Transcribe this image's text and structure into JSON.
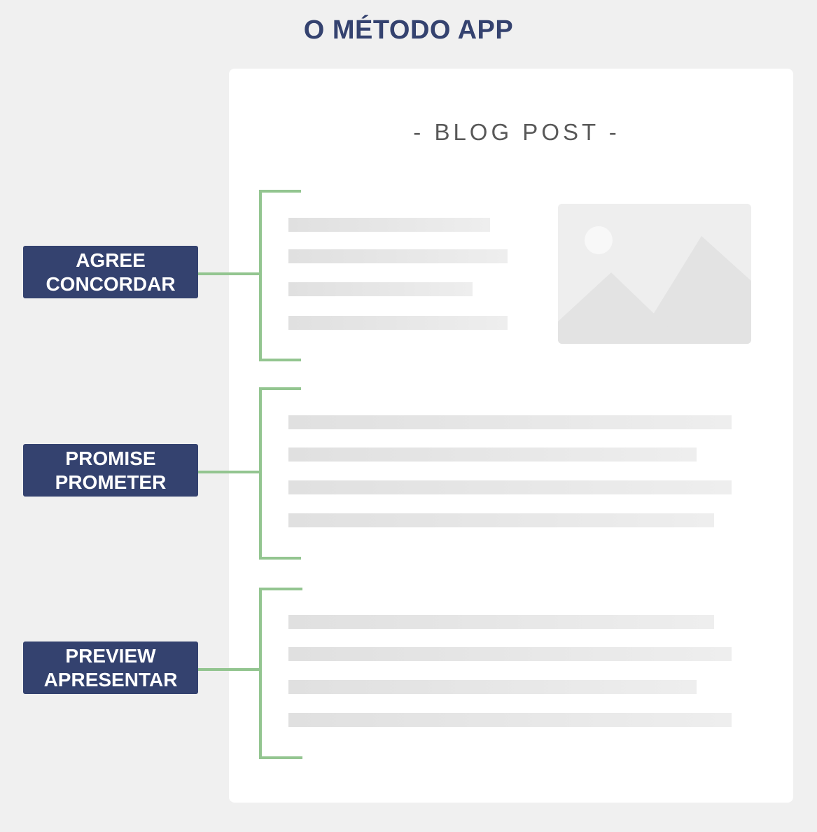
{
  "title": "O MÉTODO APP",
  "document": {
    "heading": "- BLOG POST -"
  },
  "sections": [
    {
      "label_en": "AGREE",
      "label_pt": "CONCORDAR"
    },
    {
      "label_en": "PROMISE",
      "label_pt": "PROMETER"
    },
    {
      "label_en": "PREVIEW",
      "label_pt": "APRESENTAR"
    }
  ],
  "icons": {
    "image_placeholder": "image-icon"
  },
  "colors": {
    "title": "#34426f",
    "label_background": "#34426f",
    "bracket": "#93c590",
    "text_placeholder": "#e3e3e3",
    "background": "#f0f0f0",
    "card": "#ffffff"
  }
}
